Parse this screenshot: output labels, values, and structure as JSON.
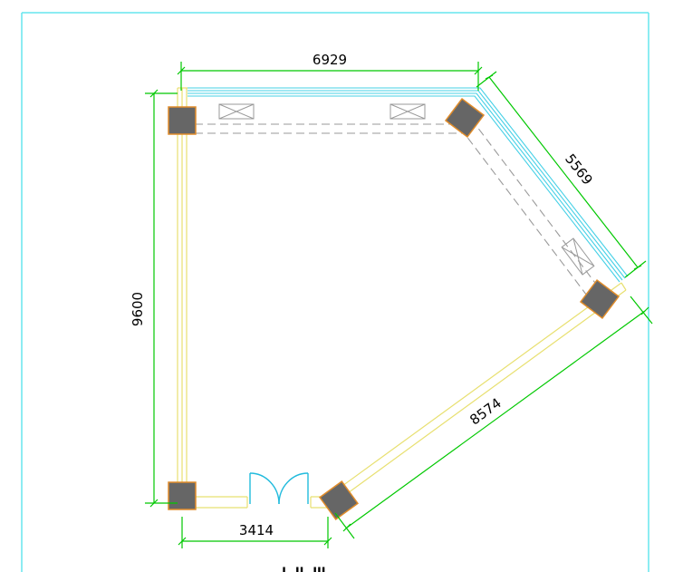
{
  "dimensions": {
    "top": "6929",
    "right_upper": "5569",
    "right_lower": "8574",
    "left": "9600",
    "bottom": "3414"
  },
  "caption": "Ⅰ Ⅱ Ⅲ",
  "colors": {
    "frame": "#66e6ee",
    "wall_outline": "#e8e070",
    "glass": "#44d0e6",
    "column_fill": "#666666",
    "column_edge": "#e08c2a",
    "dimension": "#00c800",
    "hidden_beam": "#9a9a9a",
    "door": "#22bbdd"
  }
}
